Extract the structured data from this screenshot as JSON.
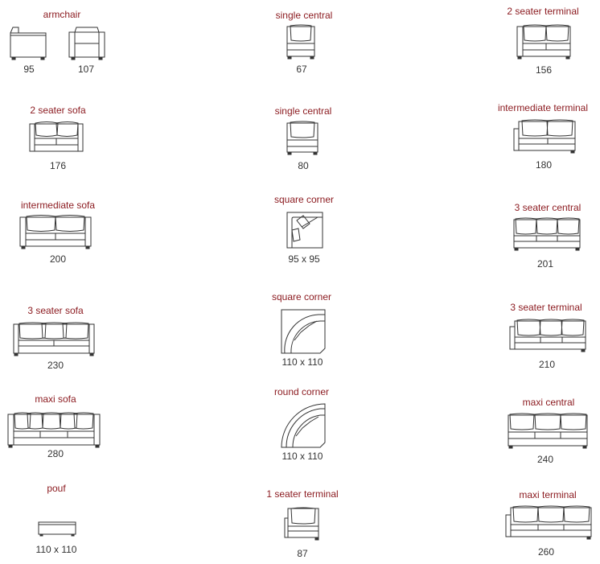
{
  "colors": {
    "label": "#8b1a1f",
    "dimension": "#333333",
    "line": "#333333"
  },
  "modules": [
    {
      "id": "armchair",
      "title": "armchair",
      "dims": [
        "95",
        "107"
      ]
    },
    {
      "id": "single-central-67",
      "title": "single central",
      "dims": [
        "67"
      ]
    },
    {
      "id": "2-seater-terminal",
      "title": "2 seater terminal",
      "dims": [
        "156"
      ]
    },
    {
      "id": "2-seater-sofa",
      "title": "2 seater sofa",
      "dims": [
        "176"
      ]
    },
    {
      "id": "single-central-80",
      "title": "single central",
      "dims": [
        "80"
      ]
    },
    {
      "id": "intermediate-terminal",
      "title": "intermediate terminal",
      "dims": [
        "180"
      ]
    },
    {
      "id": "intermediate-sofa",
      "title": "intermediate sofa",
      "dims": [
        "200"
      ]
    },
    {
      "id": "square-corner-95",
      "title": "square corner",
      "dims": [
        "95 x 95"
      ]
    },
    {
      "id": "3-seater-central",
      "title": "3 seater central",
      "dims": [
        "201"
      ]
    },
    {
      "id": "3-seater-sofa",
      "title": "3 seater sofa",
      "dims": [
        "230"
      ]
    },
    {
      "id": "square-corner-110",
      "title": "square corner",
      "dims": [
        "110 x 110"
      ]
    },
    {
      "id": "3-seater-terminal",
      "title": "3 seater terminal",
      "dims": [
        "210"
      ]
    },
    {
      "id": "maxi-sofa",
      "title": "maxi sofa",
      "dims": [
        "280"
      ]
    },
    {
      "id": "round-corner",
      "title": "round corner",
      "dims": [
        "110 x 110"
      ]
    },
    {
      "id": "maxi-central",
      "title": "maxi central",
      "dims": [
        "240"
      ]
    },
    {
      "id": "pouf",
      "title": "pouf",
      "dims": [
        "110 x 110"
      ]
    },
    {
      "id": "1-seater-terminal",
      "title": "1 seater terminal",
      "dims": [
        "87"
      ]
    },
    {
      "id": "maxi-terminal",
      "title": "maxi terminal",
      "dims": [
        "260"
      ]
    }
  ]
}
